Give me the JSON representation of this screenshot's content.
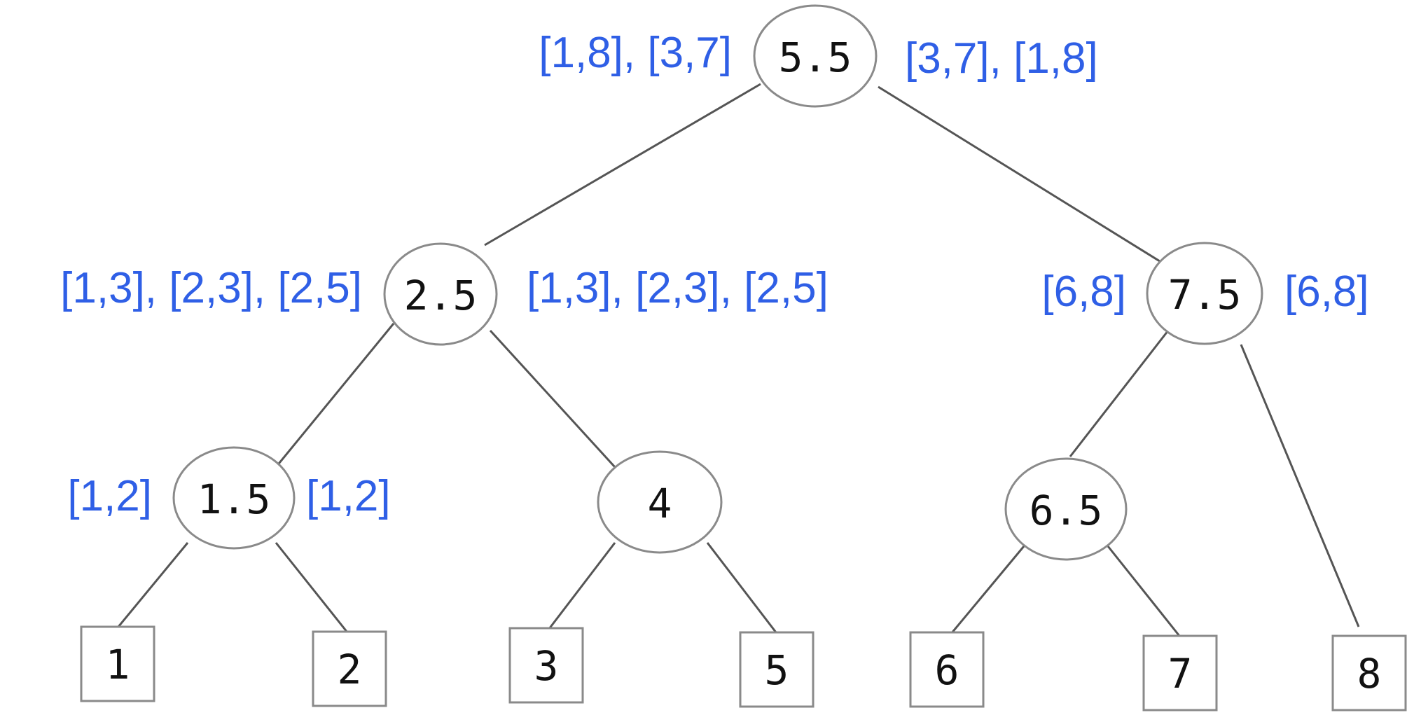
{
  "diagram": {
    "colors": {
      "interval_text": "#2f5fe6",
      "node_text": "#111111",
      "node_outline": "#8a8a8a",
      "edge": "#555555"
    },
    "nodes": {
      "n55": {
        "label": "5.5",
        "left": "[1,8], [3,7]",
        "right": "[3,7], [1,8]"
      },
      "n25": {
        "label": "2.5",
        "left": "[1,3], [2,3], [2,5]",
        "right": "[1,3], [2,3], [2,5]"
      },
      "n75": {
        "label": "7.5",
        "left": "[6,8]",
        "right": "[6,8]"
      },
      "n15": {
        "label": "1.5",
        "left": "[1,2]",
        "right": "[1,2]"
      },
      "n4": {
        "label": "4"
      },
      "n65": {
        "label": "6.5"
      }
    },
    "leaves": {
      "l1": "1",
      "l2": "2",
      "l3": "3",
      "l5": "5",
      "l6": "6",
      "l7": "7",
      "l8": "8"
    },
    "edges": [
      [
        "n55",
        "n25"
      ],
      [
        "n55",
        "n75"
      ],
      [
        "n25",
        "n15"
      ],
      [
        "n25",
        "n4"
      ],
      [
        "n75",
        "n65"
      ],
      [
        "n75",
        "l8"
      ],
      [
        "n15",
        "l1"
      ],
      [
        "n15",
        "l2"
      ],
      [
        "n4",
        "l3"
      ],
      [
        "n4",
        "l5"
      ],
      [
        "n65",
        "l6"
      ],
      [
        "n65",
        "l7"
      ]
    ]
  }
}
